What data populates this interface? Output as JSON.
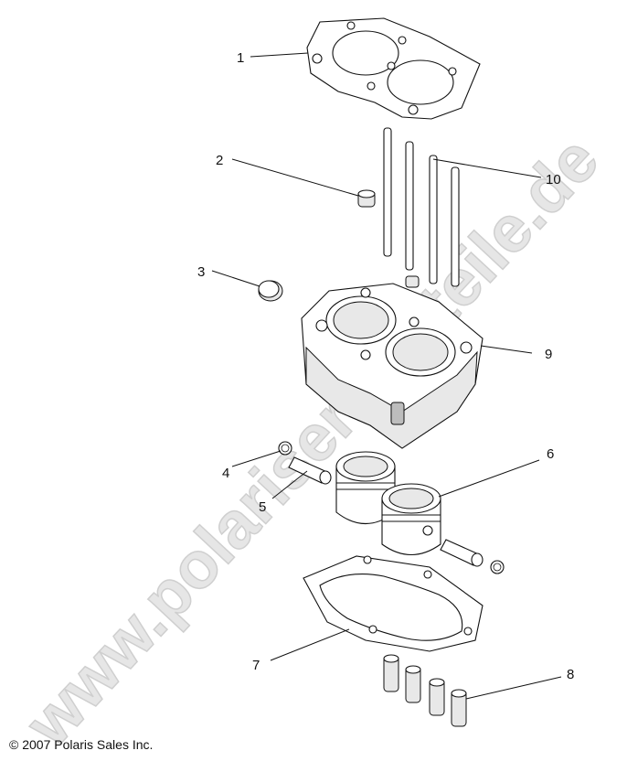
{
  "watermark": "www.polarisersatzteile.de",
  "copyright": "© 2007 Polaris Sales Inc.",
  "callouts": [
    {
      "id": "1",
      "label": "1"
    },
    {
      "id": "2",
      "label": "2"
    },
    {
      "id": "3",
      "label": "3"
    },
    {
      "id": "4",
      "label": "4"
    },
    {
      "id": "5",
      "label": "5"
    },
    {
      "id": "6",
      "label": "6"
    },
    {
      "id": "7",
      "label": "7"
    },
    {
      "id": "8",
      "label": "8"
    },
    {
      "id": "9",
      "label": "9"
    },
    {
      "id": "10",
      "label": "10"
    }
  ]
}
